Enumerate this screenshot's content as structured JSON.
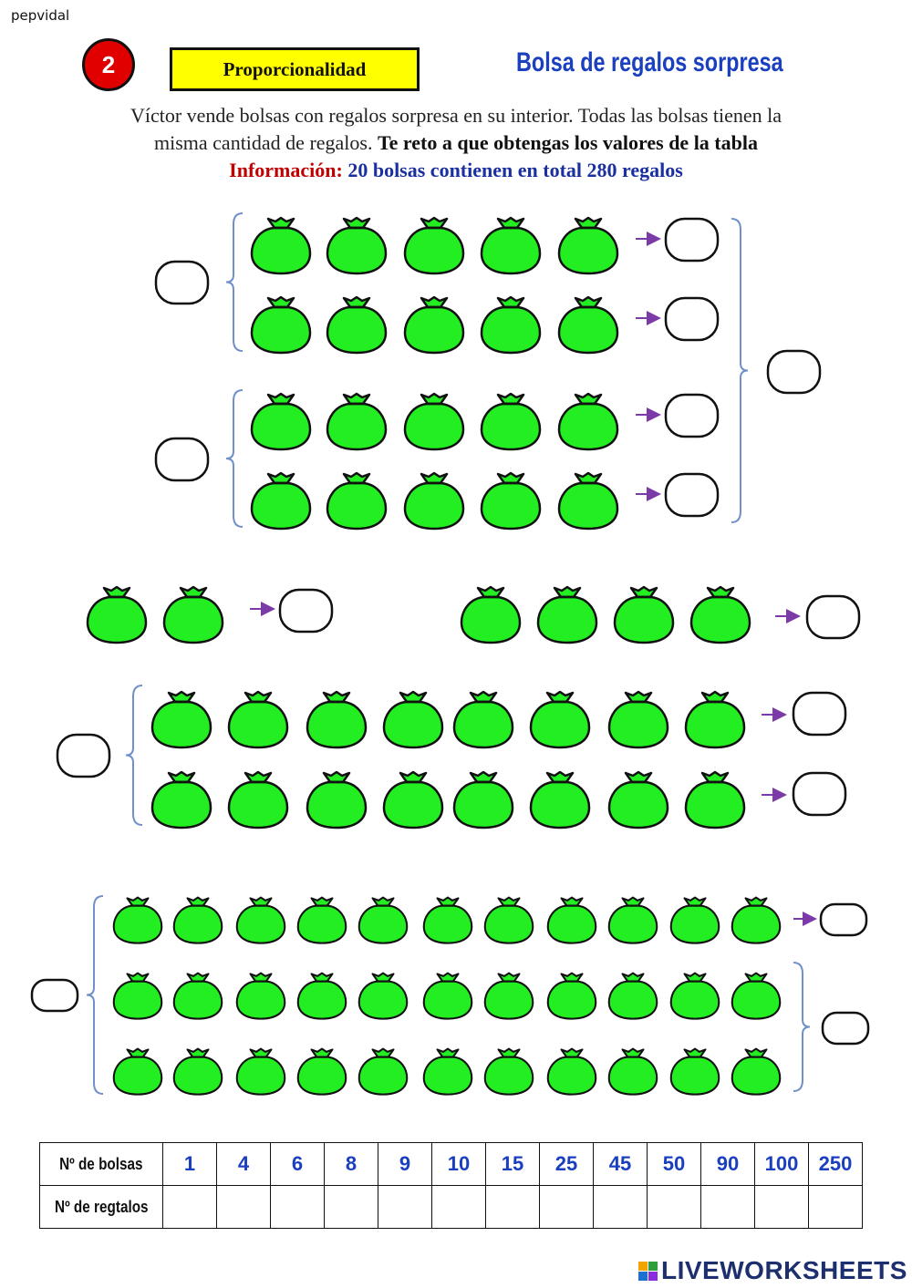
{
  "header": {
    "author": "pepvidal",
    "exercise_number": "2",
    "topic": "Proporcionalidad",
    "title": "Bolsa de regalos sorpresa"
  },
  "statement": {
    "line1": "Víctor vende bolsas con regalos sorpresa en su interior. Todas las bolsas tienen la",
    "line2_normal": "misma cantidad de regalos. ",
    "line2_bold": "Te reto a que obtengas los valores de la tabla",
    "info_label": "Información:",
    "info_text": "20 bolsas contienen en total 280 regalos"
  },
  "colors": {
    "bag": "#22ee22",
    "title": "#1a3fbf",
    "info_label": "#c00000",
    "info_text": "#1a2fa0",
    "arrow": "#7b3aa8",
    "brace": "#7090c8",
    "badge": "#e00000",
    "topic_box": "#ffff00"
  },
  "groups": {
    "top_block_rows": 4,
    "top_block_bags_per_row": 5,
    "pair_left_bags": 2,
    "pair_right_bags": 4,
    "middle_block_rows": 2,
    "middle_block_bags_per_row": 8,
    "bottom_block_rows": 3,
    "bottom_block_bags_per_row": 11
  },
  "table": {
    "row1_label": "Nº de bolsas",
    "row2_label": "Nº de regtalos",
    "bags": [
      "1",
      "4",
      "6",
      "8",
      "9",
      "10",
      "15",
      "25",
      "45",
      "50",
      "90",
      "100",
      "250"
    ]
  },
  "footer": {
    "logo_text": "LIVEWORKSHEETS",
    "logo_icon": "liveworksheets-blocks-icon",
    "logo_block_colors": [
      "#f0a400",
      "#2aa03a",
      "#1d6fd0",
      "#8a2be2"
    ]
  }
}
